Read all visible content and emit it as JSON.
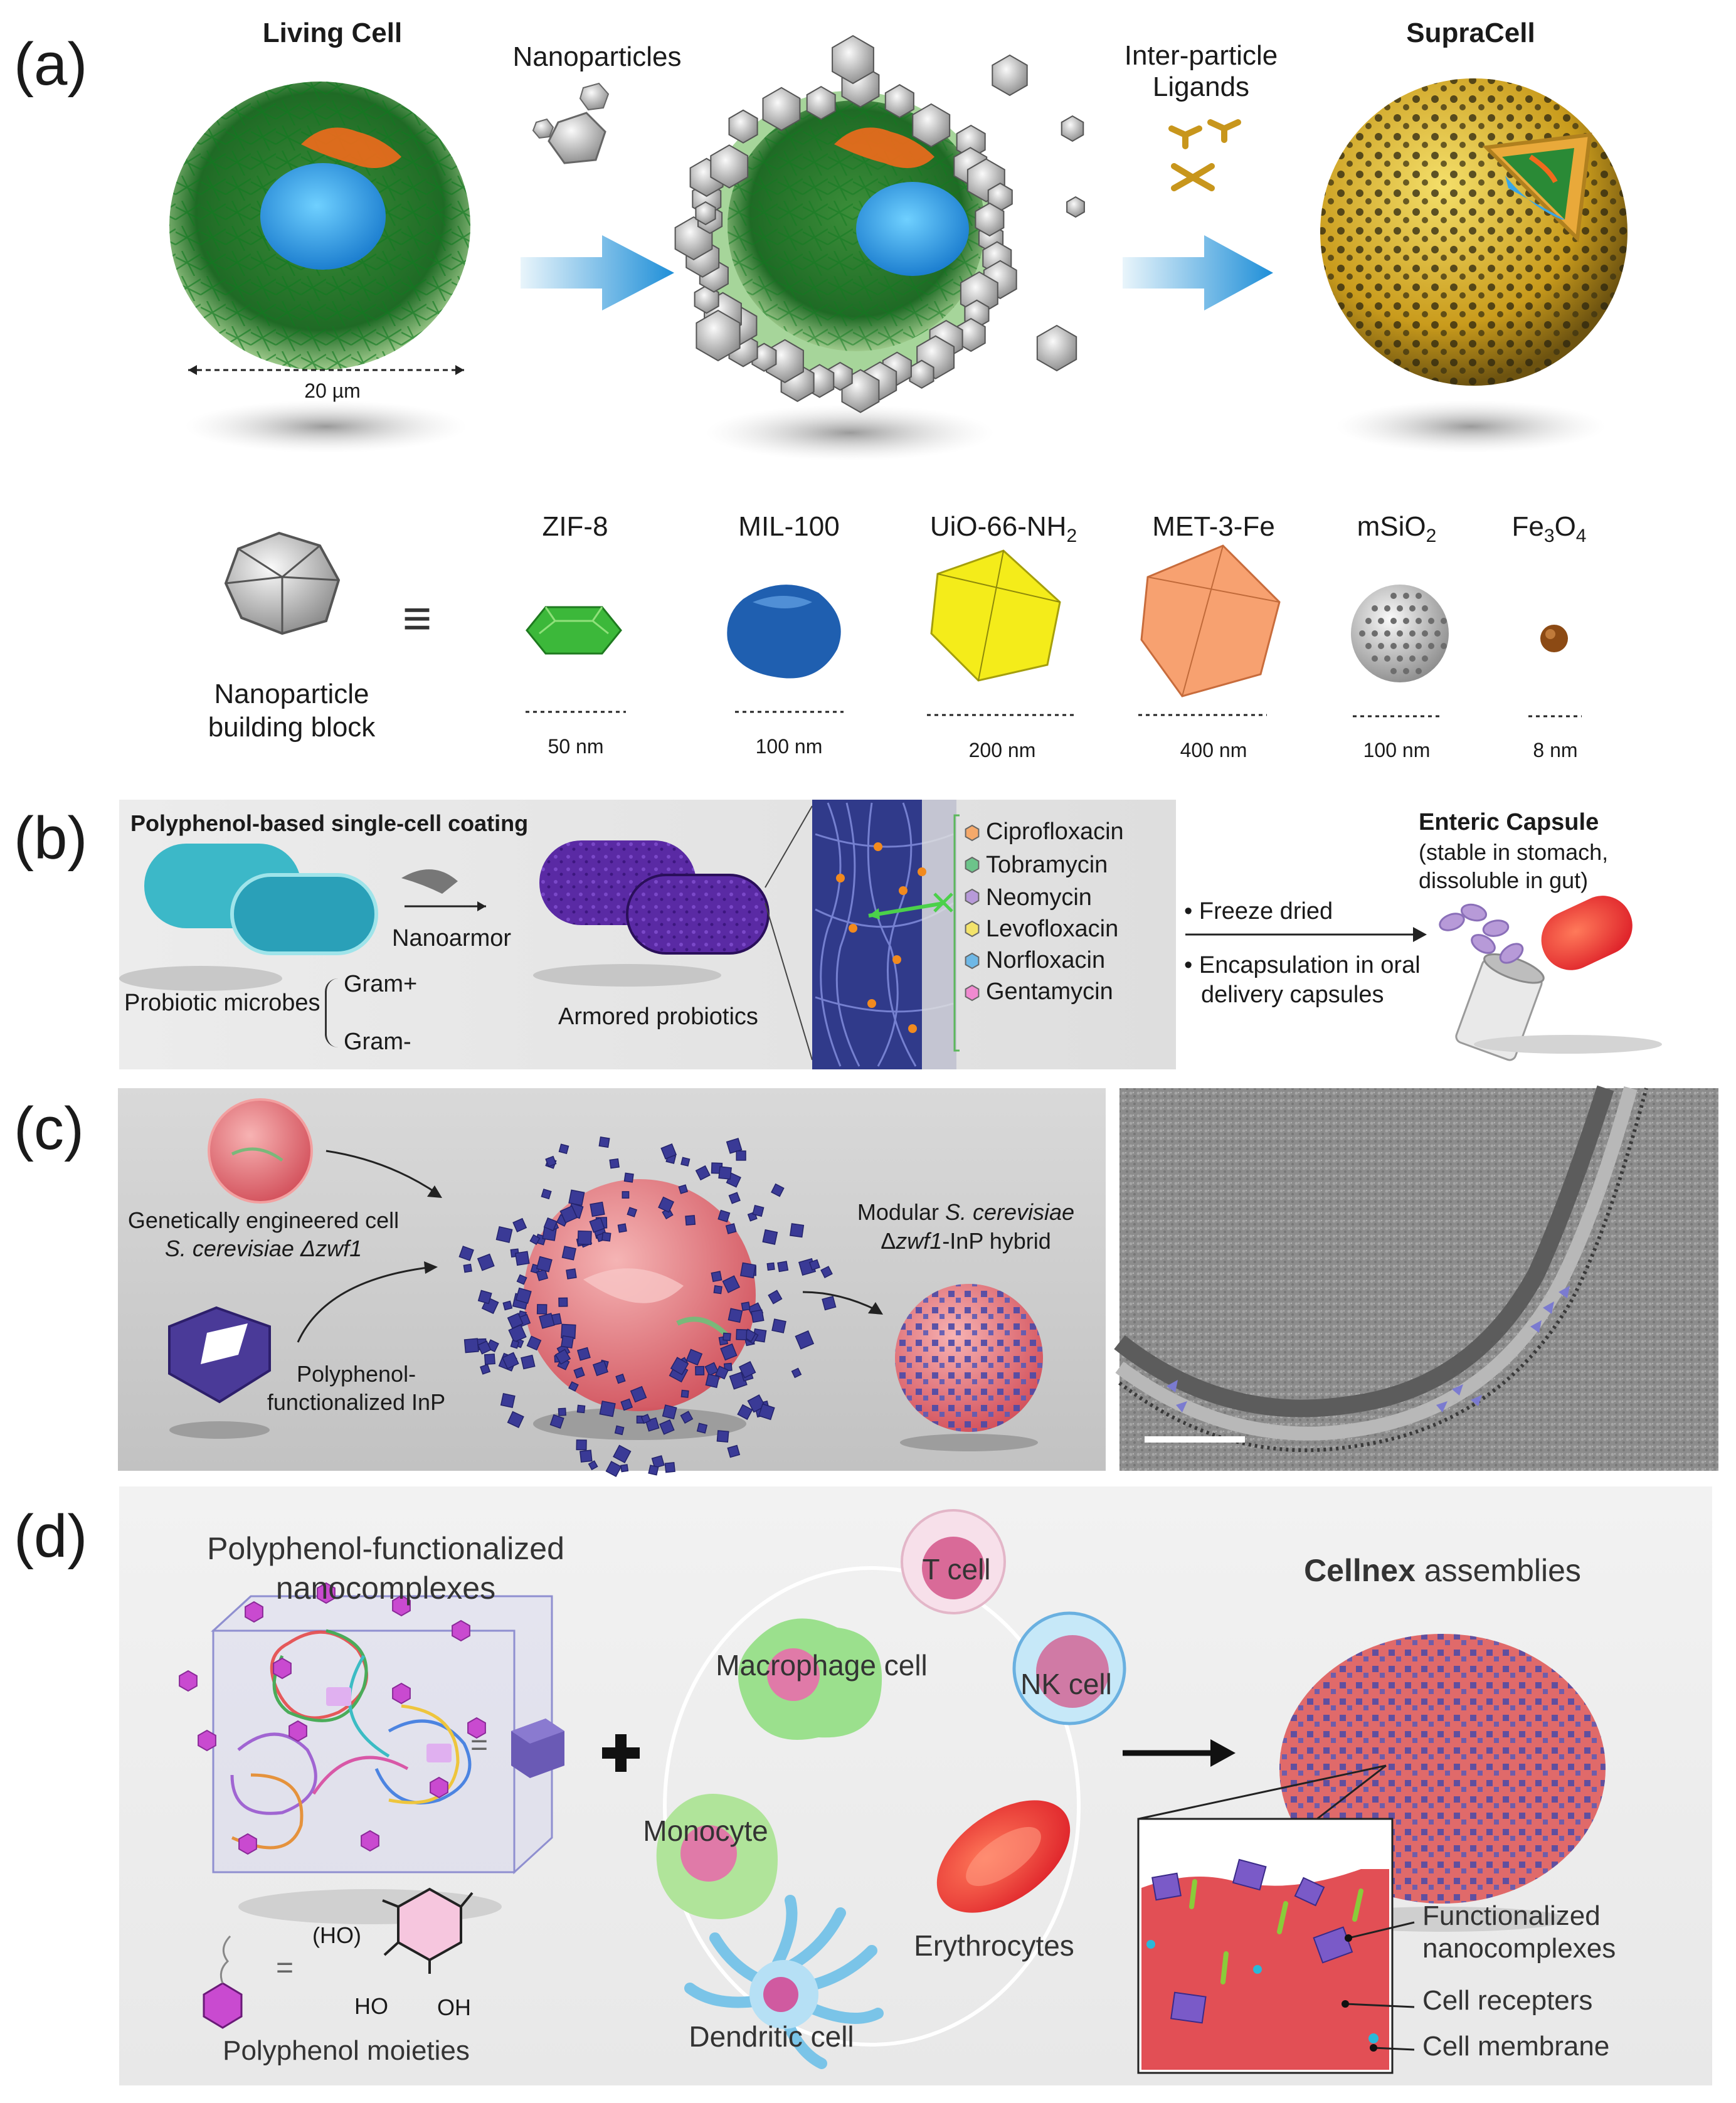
{
  "panel_a": {
    "letter": "(a)",
    "living_cell": "Living Cell",
    "nanoparticles": "Nanoparticles",
    "ligands_line1": "Inter-particle",
    "ligands_line2": "Ligands",
    "supracell": "SupraCell",
    "scale": "20 µm",
    "building_line1": "Nanoparticle",
    "building_line2": "building block",
    "equiv": "≡",
    "materials": [
      {
        "name": "ZIF-8",
        "size": "50 nm"
      },
      {
        "name": "MIL-100",
        "size": "100 nm"
      },
      {
        "name": "UiO-66-NH",
        "sub": "2",
        "size": "200 nm"
      },
      {
        "name": "MET-3-Fe",
        "size": "400 nm"
      },
      {
        "name": "mSiO",
        "sub": "2",
        "size": "100 nm"
      },
      {
        "name": "Fe",
        "sub": "3",
        "mid": "O",
        "sub2": "4",
        "size": "8 nm"
      }
    ]
  },
  "panel_b": {
    "letter": "(b)",
    "title": "Polyphenol-based single-cell coating",
    "nanoarmor": "Nanoarmor",
    "probiotic": "Probiotic microbes",
    "gram_pos": "Gram+",
    "gram_neg": "Gram-",
    "armored": "Armored probiotics",
    "drugs": [
      {
        "name": "Ciprofloxacin",
        "color": "#f5a96b"
      },
      {
        "name": "Tobramycin",
        "color": "#6cc48a"
      },
      {
        "name": "Neomycin",
        "color": "#b79ad8"
      },
      {
        "name": "Levofloxacin",
        "color": "#f3e36b"
      },
      {
        "name": "Norfloxacin",
        "color": "#6fb8e6"
      },
      {
        "name": "Gentamycin",
        "color": "#f08ad0"
      }
    ],
    "bullet1": "• Freeze dried",
    "bullet2_line1": "• Encapsulation in oral",
    "bullet2_line2": "delivery capsules",
    "capsule_title": "Enteric Capsule",
    "capsule_line1": "(stable in stomach,",
    "capsule_line2": "dissoluble in gut)"
  },
  "panel_c": {
    "letter": "(c)",
    "engineered_line1": "Genetically engineered cell",
    "engineered_species": "S. cerevisiae Δzwf1",
    "polyphenol_line1": "Polyphenol-",
    "polyphenol_line2": "functionalized InP",
    "modular_line1_a": "Modular ",
    "modular_line1_b": "S. cerevisiae",
    "modular_line2_a": "Δ",
    "modular_line2_b": "zwf1",
    "modular_line2_c": "-InP hybrid"
  },
  "panel_d": {
    "letter": "(d)",
    "nano_line1": "Polyphenol-functionalized",
    "nano_line2": "nanocomplexes",
    "eq": "=",
    "plus": "+",
    "ho_top": "(HO)",
    "ho_bottom": "HO",
    "oh_bottom": "OH",
    "moieties": "Polyphenol moieties",
    "cells": {
      "t": "T cell",
      "macrophage": "Macrophage cell",
      "nk": "NK cell",
      "monocyte": "Monocyte",
      "erythrocytes": "Erythrocytes",
      "dendritic": "Dendritic cell"
    },
    "cellnex_bold": "Cellnex",
    "cellnex_rest": " assemblies",
    "func_line1": "Functionalized",
    "func_line2": "nanocomplexes",
    "receptors": "Cell recepters",
    "membrane": "Cell membrane"
  }
}
